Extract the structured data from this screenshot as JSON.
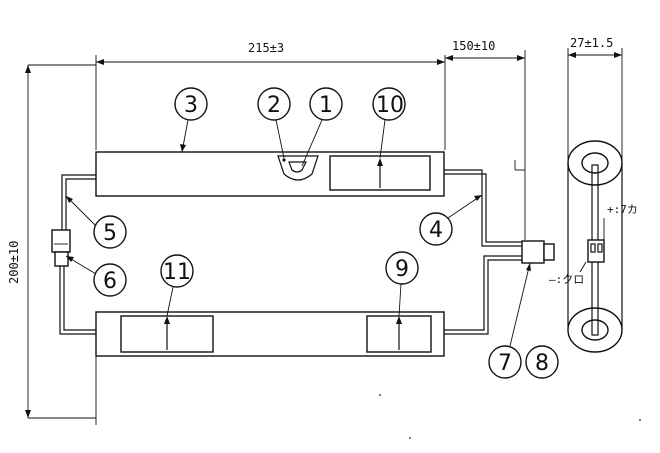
{
  "dimensions": {
    "top_length": "215±3",
    "lead_length": "150±10",
    "battery_width": "27±1.5",
    "left_height": "200±10"
  },
  "callouts": [
    "1",
    "2",
    "3",
    "4",
    "5",
    "6",
    "7",
    "8",
    "9",
    "10",
    "11"
  ],
  "connector_labels": {
    "plus": "+:7カ",
    "minus": "—:クロ"
  }
}
